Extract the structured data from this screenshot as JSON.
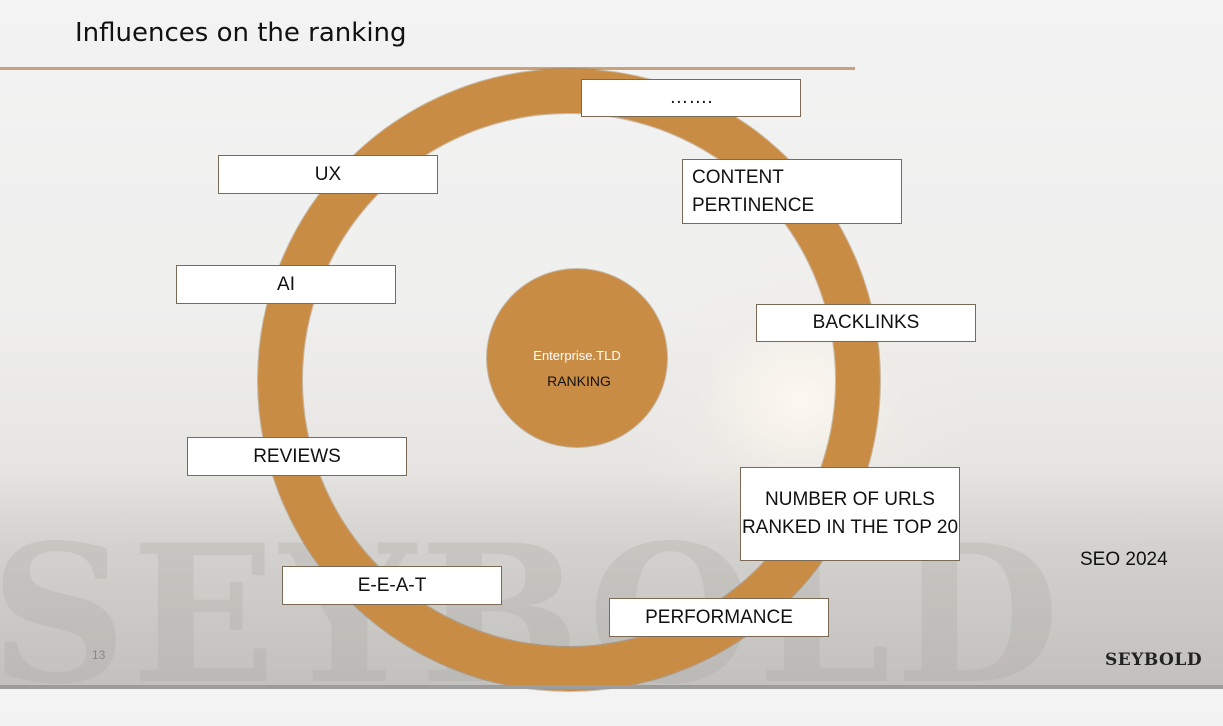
{
  "slide": {
    "title": "Influences on the ranking",
    "page_number": "13",
    "tag": "SEO 2024",
    "logo": "SEYBOLD",
    "watermark": "SEYBOLD"
  },
  "diagram": {
    "center": {
      "line1": "Enterprise.TLD",
      "line2": "RANKING"
    },
    "factors": [
      "…….",
      "CONTENT PERTINENCE",
      "BACKLINKS",
      "NUMBER OF URLS RANKED IN THE TOP 20",
      "PERFORMANCE",
      "E-E-A-T",
      "REVIEWS",
      "AI",
      "UX"
    ]
  },
  "colors": {
    "ring": "#c98c45",
    "accent_rule": "#c9a27a",
    "box_border": "#7a6a55"
  }
}
